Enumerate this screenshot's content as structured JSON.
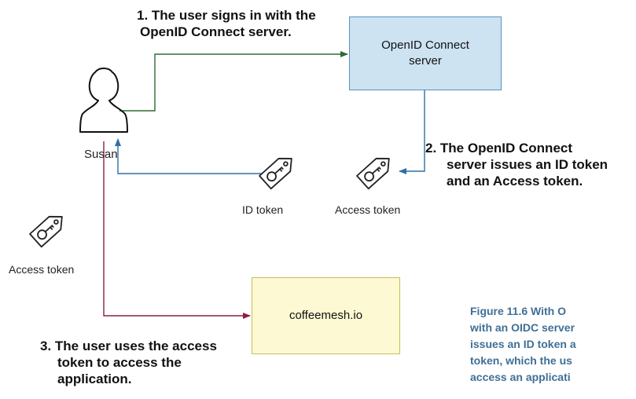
{
  "steps": {
    "step1_line1": "1. The user signs in with the",
    "step1_line2": "OpenID Connect server.",
    "step2_line1": "2. The OpenID Connect",
    "step2_line2": "server issues an ID token",
    "step2_line3": "and an Access token.",
    "step3_line1": "3. The user uses the access",
    "step3_line2": "token to access the",
    "step3_line3": "application."
  },
  "nodes": {
    "oidc_line1": "OpenID Connect",
    "oidc_line2": "server",
    "app": "coffeemesh.io",
    "user": "Susan"
  },
  "tokens": {
    "id_token": "ID token",
    "access_token_server": "Access token",
    "access_token_user": "Access token"
  },
  "caption": {
    "line1": "Figure 11.6   With O",
    "line2": "with an OIDC server",
    "line3": "issues an ID token a",
    "line4": "token, which the us",
    "line5": "access an applicati"
  },
  "colors": {
    "signin_arrow": "#2e6b34",
    "token_arrow": "#2f6fa6",
    "app_arrow": "#8e1f3d",
    "oidc_fill": "#cde3f2",
    "oidc_border": "#5a8fbf",
    "app_fill": "#fdf9d2",
    "app_border": "#c9bd5a",
    "caption": "#3f6f96"
  },
  "icons": [
    "user-icon",
    "tag-key-icon"
  ]
}
